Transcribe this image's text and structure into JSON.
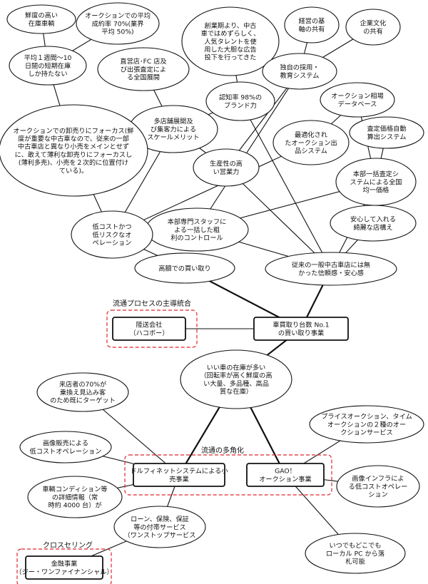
{
  "diagram": {
    "nodes": [
      {
        "id": "fresh",
        "shape": "ellipse",
        "lines": [
          "鮮度の高い",
          "在庫車輌"
        ]
      },
      {
        "id": "avg_rate",
        "shape": "ellipse",
        "lines": [
          "オークションでの平均",
          "成約率 70%(業界",
          "平均 50%)"
        ]
      },
      {
        "id": "short_stock",
        "shape": "ellipse",
        "lines": [
          "平均１週間〜10",
          "日間の短期在庫",
          "しか持たない"
        ]
      },
      {
        "id": "stores",
        "shape": "ellipse",
        "lines": [
          "直営店･FC 店及",
          "び出張査定によ",
          "る全国展開"
        ]
      },
      {
        "id": "founding_ad",
        "shape": "ellipse",
        "lines": [
          "創業期より、中古",
          "車ではめずらしく、",
          "人気タレントを使",
          "用した大胆な広告",
          "投下を行ってきた"
        ]
      },
      {
        "id": "mgmt_share",
        "shape": "ellipse",
        "lines": [
          "経営の基",
          "軸の共有"
        ]
      },
      {
        "id": "culture_share",
        "shape": "ellipse",
        "lines": [
          "企業文化",
          "の共有"
        ]
      },
      {
        "id": "recruit",
        "shape": "ellipse",
        "lines": [
          "独自の採用・",
          "教育システム"
        ]
      },
      {
        "id": "auction_price_db",
        "shape": "ellipse",
        "lines": [
          "オークション相場",
          "データベース"
        ]
      },
      {
        "id": "awareness",
        "shape": "ellipse",
        "lines": [
          "認知率 98%の",
          "ブランド力"
        ]
      },
      {
        "id": "scale_merit",
        "shape": "ellipse",
        "lines": [
          "多店舗展開及",
          "び集客力による",
          "スケールメリット"
        ]
      },
      {
        "id": "auction_focus",
        "shape": "ellipse",
        "lines": [
          "オークションでの卸売りにフォーカス(鮮",
          "度が重要な中古車なので、従来の一部",
          "中古車店と異なり小売をメインとせず",
          "に、敢えて薄利な卸売りにフォーカスし",
          "(薄利多売)、小売を２次的に位置付け",
          "ている)。"
        ]
      },
      {
        "id": "auction_optimized",
        "shape": "ellipse",
        "lines": [
          "最適化され",
          "たオークション出",
          "品システム"
        ]
      },
      {
        "id": "auto_calc",
        "shape": "ellipse",
        "lines": [
          "査定価格自動",
          "算出システム"
        ]
      },
      {
        "id": "productivity",
        "shape": "ellipse",
        "lines": [
          "生産性の高",
          "い営業力"
        ]
      },
      {
        "id": "uniform_price",
        "shape": "ellipse",
        "lines": [
          "本部一括査定シ",
          "ステムによる全国",
          "均一価格"
        ]
      },
      {
        "id": "hq_staff",
        "shape": "ellipse",
        "lines": [
          "本部専門スタッフに",
          "よる一括した粗",
          "利のコントロール"
        ]
      },
      {
        "id": "low_cost",
        "shape": "ellipse",
        "lines": [
          "低コストかつ",
          "低リスクなオ",
          "ペレーション"
        ]
      },
      {
        "id": "store_design",
        "shape": "ellipse",
        "lines": [
          "安心して入れる",
          "綺麗な店構え"
        ]
      },
      {
        "id": "high_price",
        "shape": "ellipse",
        "lines": [
          "高額での買い取り"
        ]
      },
      {
        "id": "trust",
        "shape": "ellipse",
        "lines": [
          "従来の一般中古車店には無",
          "かった信頼感・安心感"
        ]
      },
      {
        "id": "transport",
        "shape": "rect",
        "lines": [
          "陸送会社",
          "（ハコボー）"
        ]
      },
      {
        "id": "buyback",
        "shape": "rect",
        "lines": [
          "車買取り台数 No.1",
          "の買い取り事業"
        ]
      },
      {
        "id": "good_stock",
        "shape": "ellipse",
        "lines": [
          "いい車の在庫が多い",
          "（回転率が高く鮮度の高",
          "い大量、多品種、高品",
          "質な在庫）"
        ]
      },
      {
        "id": "visitor_target",
        "shape": "ellipse",
        "lines": [
          "来店者の70%が",
          "乗換え見込み客",
          "のため既にターゲット"
        ]
      },
      {
        "id": "auction_types",
        "shape": "ellipse",
        "lines": [
          "プライスオークション、タイム",
          "オークションの２種のオー",
          "クションサービス"
        ]
      },
      {
        "id": "image_sales",
        "shape": "ellipse",
        "lines": [
          "画像販売による",
          "低コストオペレーション"
        ]
      },
      {
        "id": "dolphinet",
        "shape": "rect",
        "lines": [
          "ドルフィネットシステムによる小",
          "売事業"
        ]
      },
      {
        "id": "gao",
        "shape": "rect",
        "lines": [
          "GAO！",
          "オークション事業"
        ]
      },
      {
        "id": "image_infra",
        "shape": "ellipse",
        "lines": [
          "画像インフラによ",
          "る低コストオペレー",
          "ション"
        ]
      },
      {
        "id": "vehicle_info",
        "shape": "ellipse",
        "lines": [
          "車輌コンディション等",
          "の詳細情報（常",
          "時約 4000 台）が"
        ]
      },
      {
        "id": "anywhere_pc",
        "shape": "ellipse",
        "lines": [
          "いつでもどこでも",
          "ローカル PC から落",
          "札可能"
        ]
      },
      {
        "id": "one_stop",
        "shape": "ellipse",
        "lines": [
          "ローン、保険、保証",
          "等の付帯サービス",
          "（ワンストップサービス"
        ]
      },
      {
        "id": "finance",
        "shape": "rect",
        "lines": [
          "金融事業",
          "（ジー・ワンファイナンシャル）"
        ]
      }
    ],
    "group_labels": {
      "integration": "流通プロセスの主導統合",
      "diversification": "流通の多角化",
      "cross_selling": "クロスセリング"
    }
  }
}
